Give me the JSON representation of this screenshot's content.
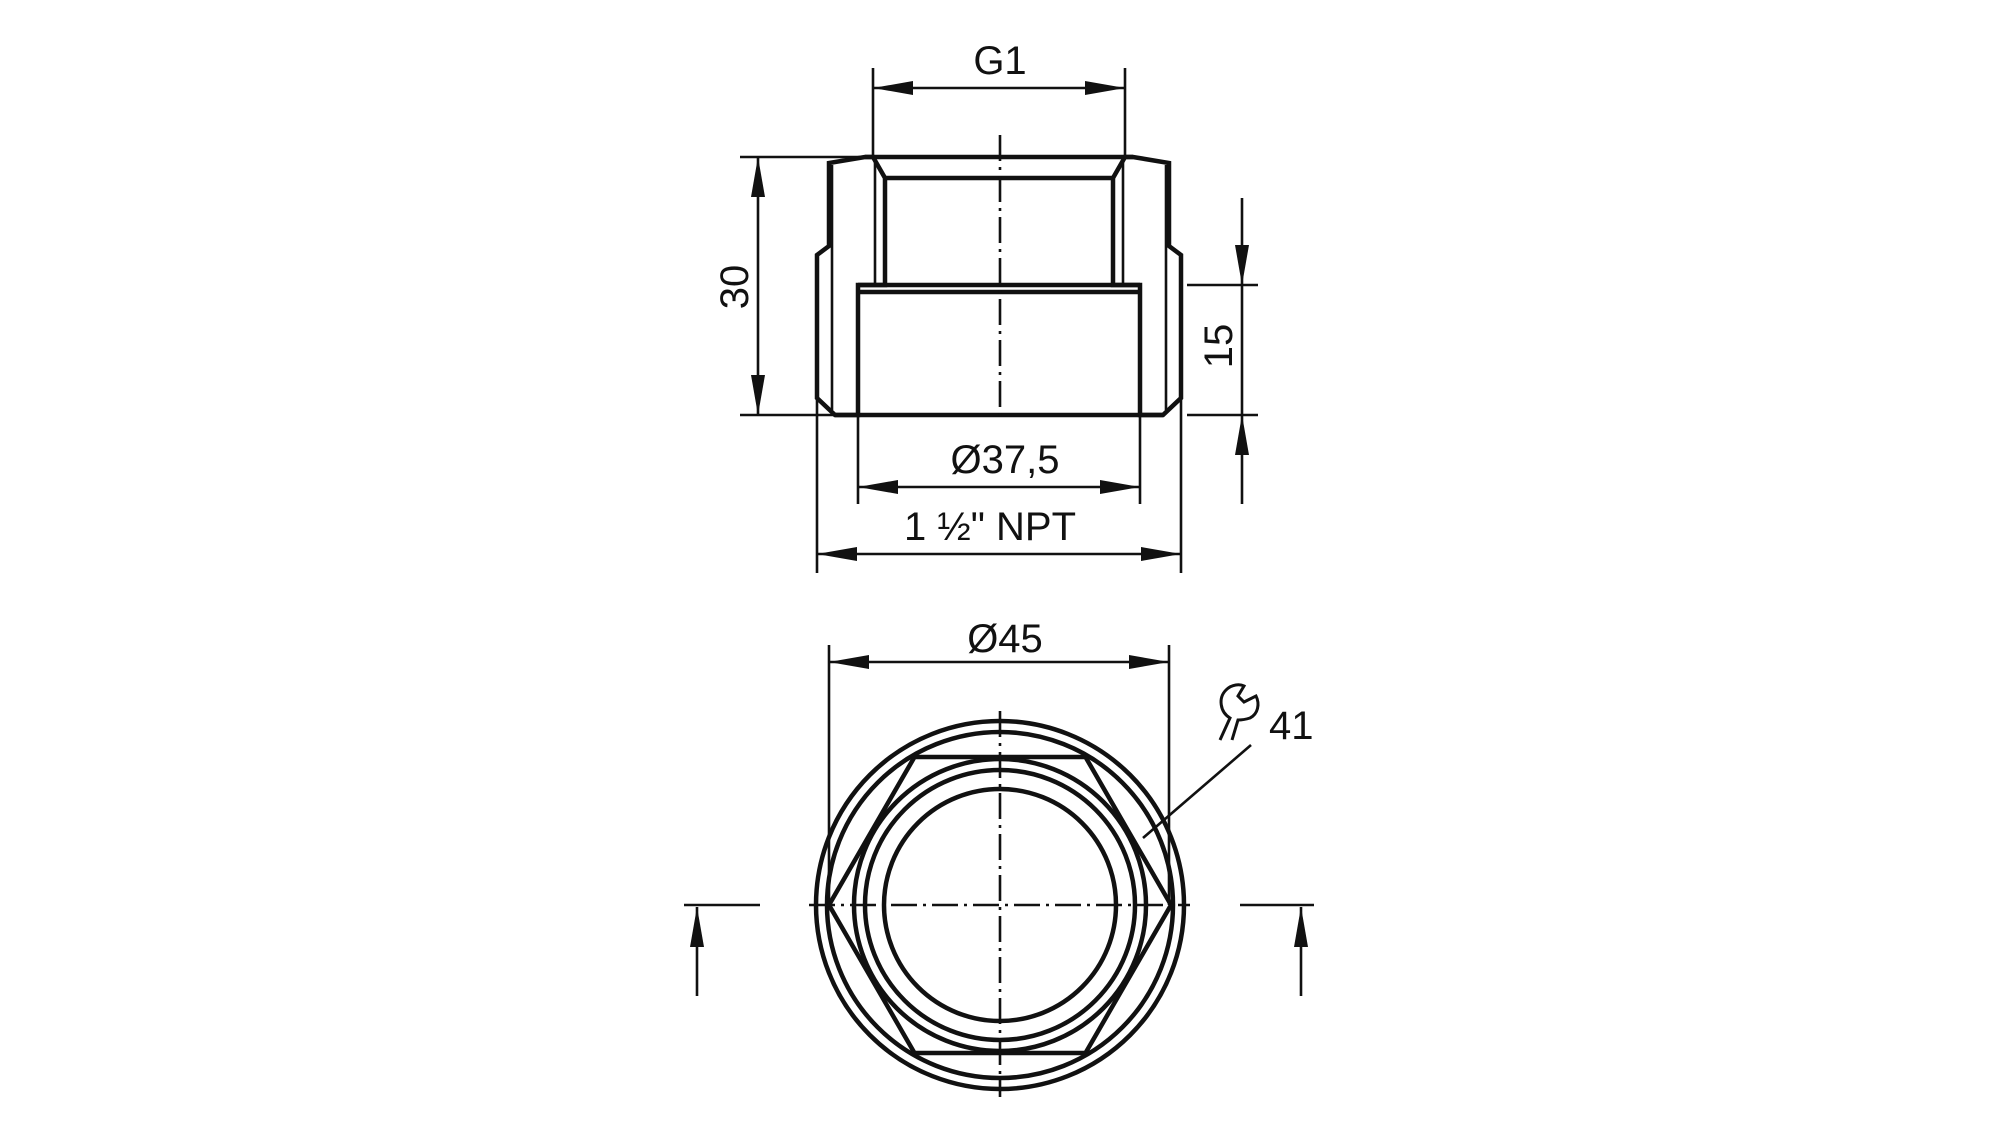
{
  "drawing": {
    "side_view": {
      "thread_top_label": "G1",
      "height_label": "30",
      "depth_label": "15",
      "counterbore_label": "Ø37,5",
      "thread_bottom_label": "1 ½\" NPT"
    },
    "front_view": {
      "outer_diameter_label": "Ø45",
      "wrench_size_label": "41",
      "wrench_icon": "wrench-icon"
    },
    "colors": {
      "line": "#111111",
      "background": "#ffffff"
    }
  }
}
